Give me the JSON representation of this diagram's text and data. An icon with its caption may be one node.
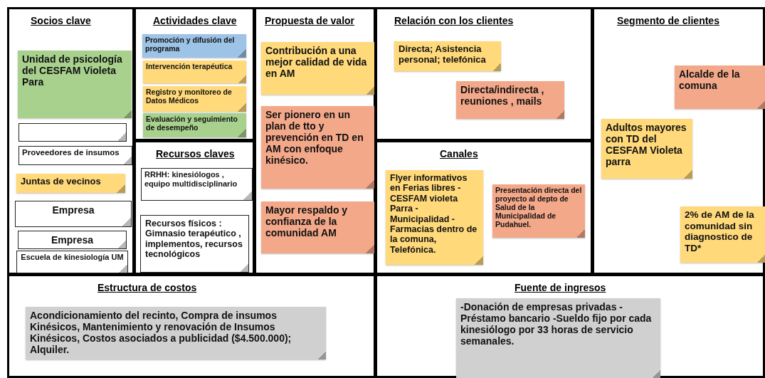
{
  "diagram": {
    "nodes": [
      {
        "text": [
          "Socios clave"
        ]
      },
      {
        "text": [
          "Unidad de psicología del CESFAM Violeta Para"
        ],
        "in": 0
      },
      {
        "text": [],
        "shape": "box",
        "in": 0
      },
      {
        "text": [
          "Proveedores de insumos"
        ],
        "in": 0
      },
      {
        "text": [
          "Juntas de vecinos"
        ],
        "in": 0
      },
      {
        "text": [
          "Empresa"
        ],
        "in": 0
      },
      {
        "text": [
          "Empresa"
        ],
        "in": 0
      },
      {
        "text": [
          "Escuela de kinesiología UM"
        ],
        "in": 0
      },
      {
        "text": [
          "Actividades clave"
        ]
      },
      {
        "text": [
          "Promoción y difusión del programa"
        ],
        "in": 8
      },
      {
        "text": [
          "Intervención terapéutica"
        ],
        "in": 8
      },
      {
        "text": [
          "Registro y monitoreo de Datos Médicos"
        ],
        "in": 8
      },
      {
        "text": [
          "Evaluación y seguimiento de desempeño"
        ],
        "in": 8
      },
      {
        "text": [
          "Recursos claves"
        ]
      },
      {
        "text": [
          "RRHH: kinesiólogos , equipo multidisciplinario"
        ],
        "in": 13
      },
      {
        "text": [
          "Recursos físicos : Gimnasio terapéutico , implementos, recursos tecnológicos"
        ],
        "in": 13
      },
      {
        "text": [
          "Propuesta de valor"
        ]
      },
      {
        "text": [
          "Contribución a una mejor calidad de vida en AM"
        ],
        "in": 16
      },
      {
        "text": [
          "Ser pionero en un plan de tto y prevención en TD en AM con enfoque kinésico."
        ],
        "in": 16
      },
      {
        "text": [
          "Mayor respaldo y confianza de la comunidad AM"
        ],
        "in": 16
      },
      {
        "text": [
          "Relación con los clientes"
        ]
      },
      {
        "text": [
          "Directa; Asistencia personal; telefónica"
        ],
        "in": 20
      },
      {
        "text": [
          "Directa/indirecta , reuniones , mails"
        ],
        "in": 20
      },
      {
        "text": [
          "Canales"
        ]
      },
      {
        "text": [
          "Flyer informativos en Ferias libres - CESFAM violeta Parra - Municipalidad - Farmacias dentro de la comuna, Telefónica."
        ],
        "in": 23
      },
      {
        "text": [
          "Presentación directa del proyecto al depto de Salud de la Municipalidad de Pudahuel."
        ],
        "in": 23
      },
      {
        "text": [
          "Segmento de clientes"
        ]
      },
      {
        "text": [
          "Alcalde de la comuna"
        ],
        "in": 26
      },
      {
        "text": [
          "Adultos mayores con TD del CESFAM Violeta parra"
        ],
        "in": 26
      },
      {
        "text": [
          "2% de AM de la comunidad sin diagnostico de TD*"
        ],
        "in": 26
      },
      {
        "text": [
          "Estructura de costos"
        ]
      },
      {
        "text": [
          "Acondicionamiento del recinto, Compra de insumos Kinésicos, Mantenimiento y renovación de Insumos Kinésicos, Costos asociados a publicidad ($4.500.000); Alquiler."
        ],
        "in": 30
      },
      {
        "text": [
          "Fuente de ingresos"
        ]
      },
      {
        "text": [
          "-Donación de empresas privadas -Préstamo bancario -Sueldo fijo por cada kinesiólogo por 33 horas de servicio semanales."
        ],
        "in": 32
      }
    ]
  }
}
